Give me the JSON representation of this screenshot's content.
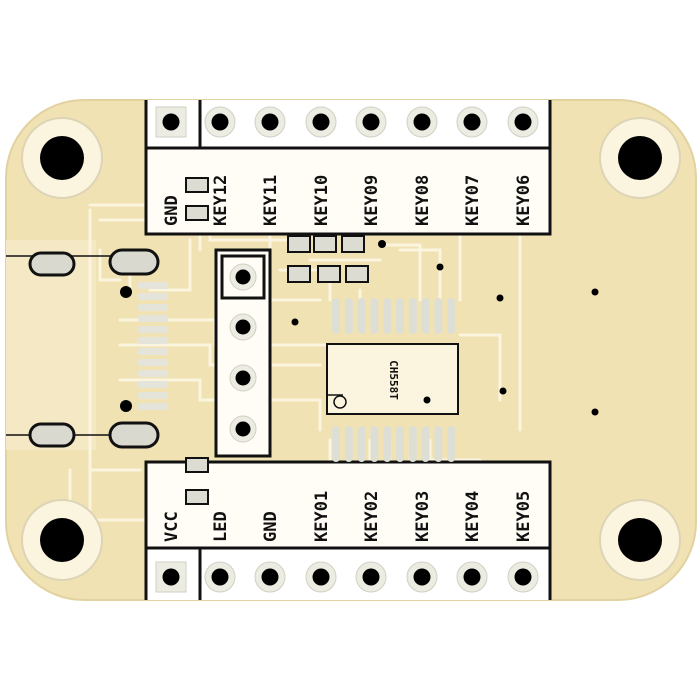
{
  "board": {
    "colors": {
      "board": "#f1e2b4",
      "copper": "#f6ebcb",
      "trace": "#fbf4de",
      "pad": "#ecece2",
      "silkscreen": "#111111",
      "hole": "#000000",
      "outline": "#d8c79a"
    },
    "ic_label": "CH558T",
    "top_header_labels": [
      "GND",
      "KEY12",
      "KEY11",
      "KEY10",
      "KEY09",
      "KEY08",
      "KEY07",
      "KEY06"
    ],
    "bottom_header_labels": [
      "VCC",
      "LED",
      "GND",
      "KEY01",
      "KEY02",
      "KEY03",
      "KEY04",
      "KEY05"
    ]
  }
}
